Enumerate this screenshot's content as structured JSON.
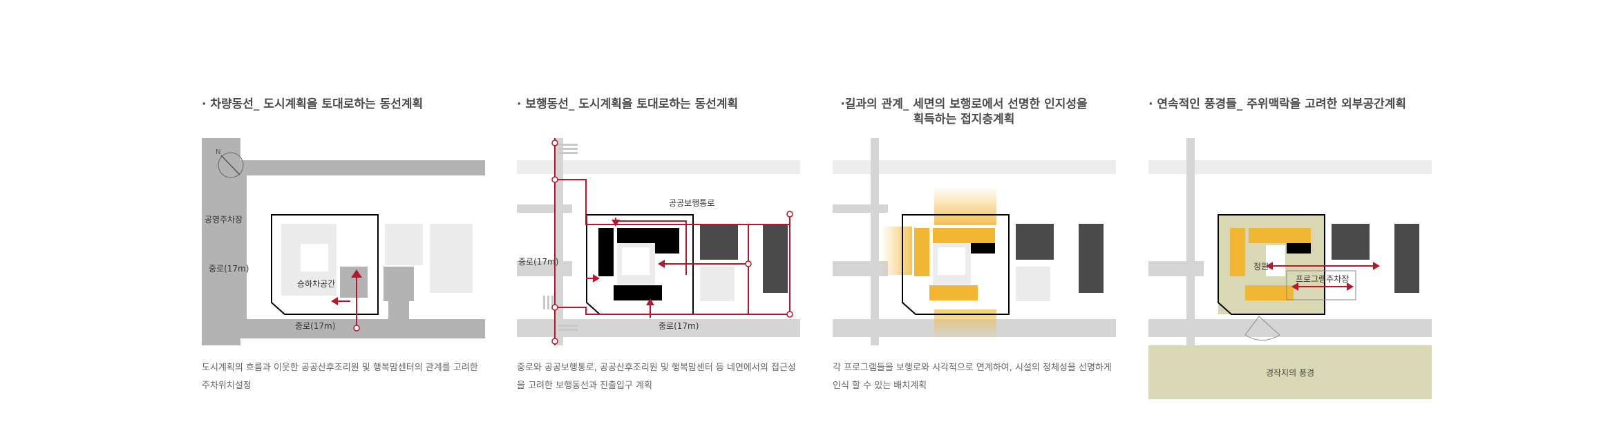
{
  "panels": [
    {
      "title": "· 차량동선_ 도시계획을 토대로하는 동선계획",
      "labels": {
        "parking": "공영주차장",
        "road_left": "중로(17m)",
        "road_bottom": "중로(17m)",
        "loading": "승하차공간",
        "north": "N"
      },
      "caption_lines": [
        "도시계획의 흐름과 이웃한 공공산후조리원 및 행복맘센터의 관계를 고려한",
        "주차위치설정"
      ]
    },
    {
      "title": "· 보행동선_ 도시계획을 토대로하는 동선계획",
      "labels": {
        "public_walkway": "공공보행통로",
        "road_left": "중로(17m)",
        "road_bottom": "중로(17m)"
      },
      "caption_lines": [
        "중로와 공공보행통로, 공공산후조리원 및 행복맘센터 등 네면에서의 접근성",
        "을 고려한 보행동선과 진출입구 계획"
      ]
    },
    {
      "title": "·길과의 관계_ 세면의 보행로에서 선명한 인지성을\n획득하는 접지층계획",
      "caption_lines": [
        "각 프로그램들을 보행로와 시각적으로 연계하여, 시설의 정체성을 선명하게",
        "인식 할 수 있는 배치계획"
      ]
    },
    {
      "title": "· 연속적인 풍경들_ 주위맥락을 고려한 외부공간계획",
      "labels": {
        "garden": "정원",
        "program_parking": "프로그램주차장",
        "landscape": "경작지의 풍경"
      },
      "caption_lines": []
    }
  ],
  "colors": {
    "road": "#b3b3b3",
    "accent_red": "#b5182b",
    "mass_black": "#000000",
    "program_yellow": "#f2b632",
    "field_green": "#d9d8b4"
  }
}
